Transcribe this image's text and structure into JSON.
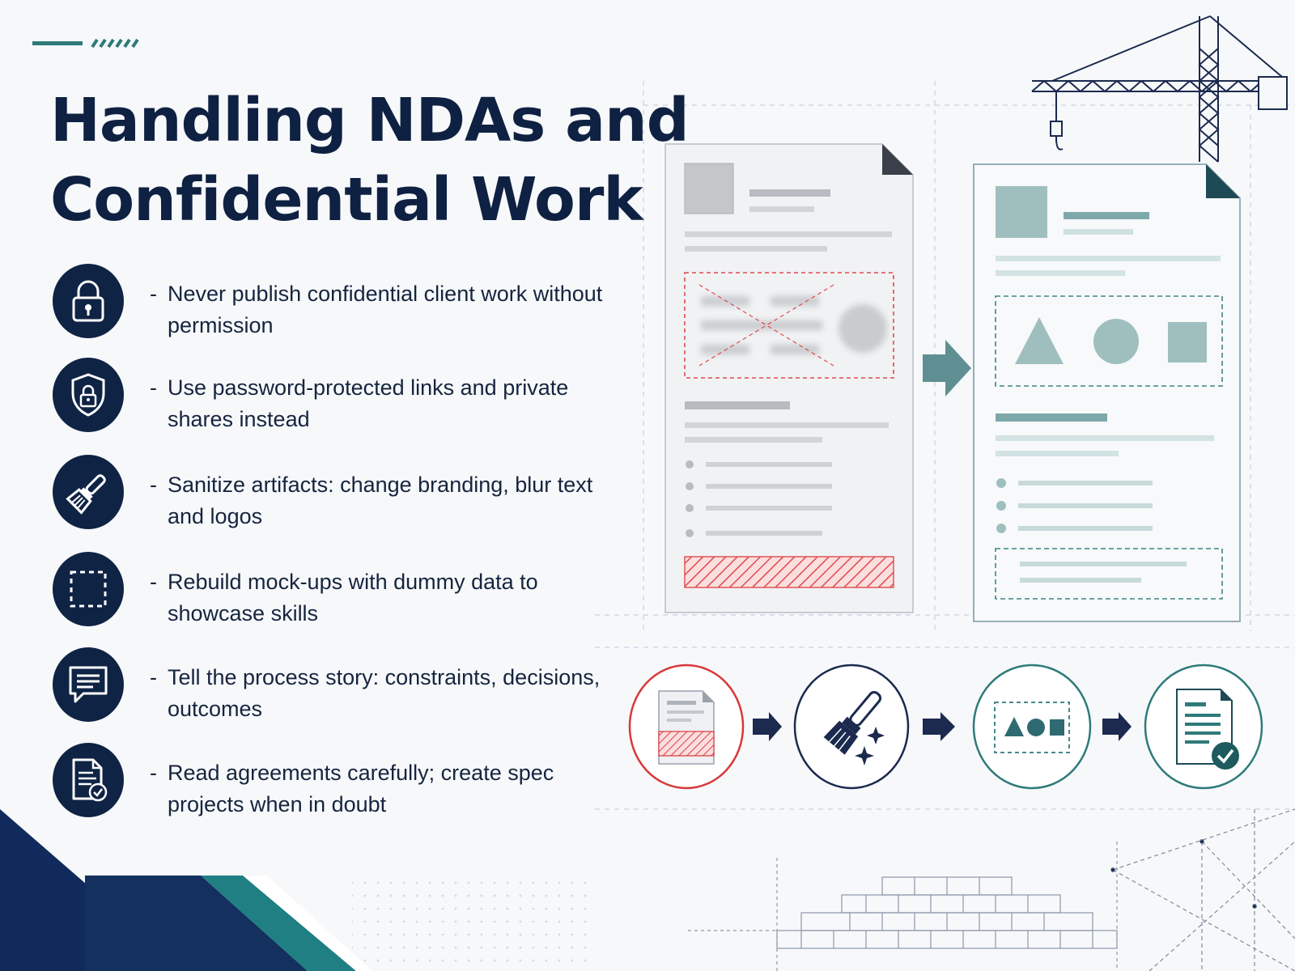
{
  "title": {
    "line1": "Handling NDAs and",
    "line2": "Confidential Work"
  },
  "tips": [
    {
      "icon": "lock-icon",
      "text": "Never publish confidential client work without permission"
    },
    {
      "icon": "shield-lock-icon",
      "text": "Use password-protected links and private shares instead"
    },
    {
      "icon": "brush-icon",
      "text": "Sanitize artifacts: change branding, blur text and logos"
    },
    {
      "icon": "dashed-frame-icon",
      "text": "Rebuild mock-ups with dummy data to showcase skills"
    },
    {
      "icon": "chat-bubble-icon",
      "text": "Tell the process story: constraints, decisions, outcomes"
    },
    {
      "icon": "document-check-icon",
      "text": "Read agreements carefully; create spec projects when in doubt"
    }
  ],
  "bullet_prefix": "-",
  "process_steps": [
    {
      "icon": "redacted-document-icon",
      "accent": "#d9383a"
    },
    {
      "icon": "brush-sparkle-icon",
      "accent": "#1b2a4e"
    },
    {
      "icon": "shapes-placeholder-icon",
      "accent": "#2f7a7a"
    },
    {
      "icon": "approved-document-icon",
      "accent": "#2f7a7a"
    }
  ],
  "colors": {
    "navy": "#0f2345",
    "teal": "#2f7a7a",
    "red": "#d9383a",
    "muted_teal": "#9fbfbf"
  }
}
